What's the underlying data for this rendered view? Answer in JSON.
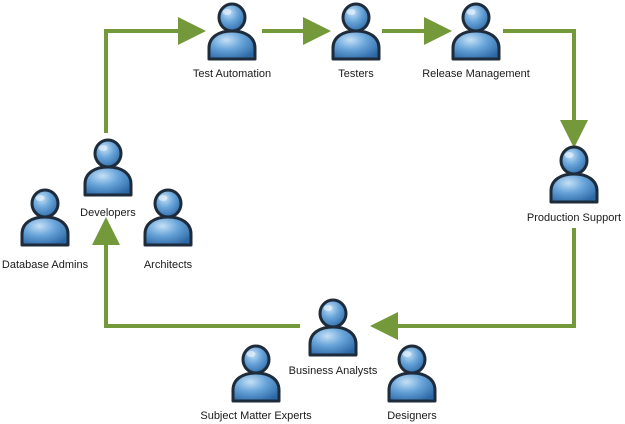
{
  "roles": {
    "test_automation": "Test Automation",
    "testers": "Testers",
    "release_management": "Release Management",
    "production_support": "Production Support",
    "business_analysts": "Business Analysts",
    "subject_matter_experts": "Subject Matter Experts",
    "designers": "Designers",
    "developers": "Developers",
    "database_admins": "Database Admins",
    "architects": "Architects"
  },
  "colors": {
    "arrow": "#74993a",
    "person_fill": "#4f8fc9",
    "person_outline": "#1e2b3a"
  },
  "icon": "person-icon"
}
